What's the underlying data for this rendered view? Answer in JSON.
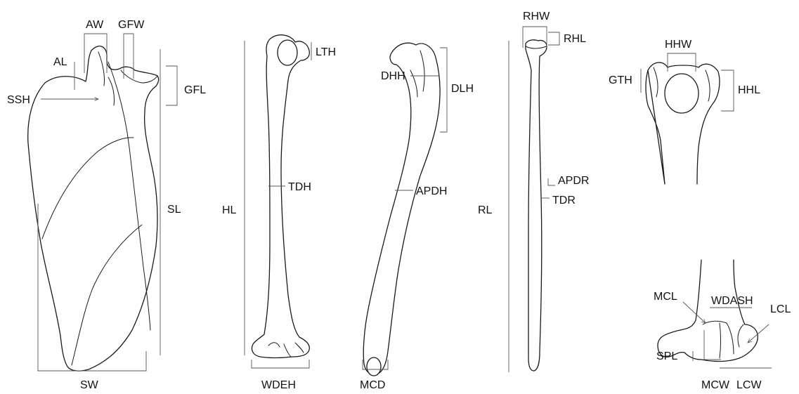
{
  "figure": {
    "panels": [
      {
        "bone": "scapula",
        "labels": {
          "AW": "AW",
          "GFW": "GFW",
          "AL": "AL",
          "GFL": "GFL",
          "SSH": "SSH",
          "SL": "SL",
          "SW": "SW"
        }
      },
      {
        "bone": "humerus",
        "labels": {
          "LTH": "LTH",
          "TDH": "TDH",
          "HL": "HL",
          "WDEH": "WDEH"
        }
      },
      {
        "bone": "humerus-lateral",
        "labels": {
          "DHH": "DHH",
          "DLH": "DLH",
          "APDH": "APDH",
          "MCD": "MCD"
        }
      },
      {
        "bone": "radius",
        "labels": {
          "RHW": "RHW",
          "RHL": "RHL",
          "APDR": "APDR",
          "TDR": "TDR",
          "RL": "RL"
        }
      },
      {
        "bone": "humerus-proximal-detail",
        "labels": {
          "HHW": "HHW",
          "GTH": "GTH",
          "HHL": "HHL"
        }
      },
      {
        "bone": "humerus-distal-detail",
        "labels": {
          "MCL": "MCL",
          "WDASH": "WDASH",
          "LCL": "LCL",
          "SPL": "SPL",
          "MCW": "MCW",
          "LCW": "LCW"
        }
      }
    ]
  }
}
